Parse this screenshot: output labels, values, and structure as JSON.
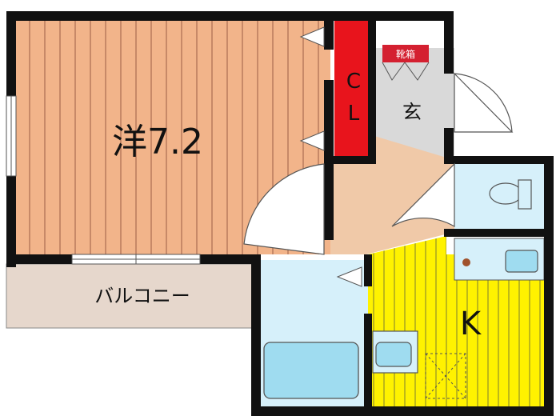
{
  "rooms": {
    "western_room": {
      "label": "洋7.2"
    },
    "closet": {
      "label_c": "C",
      "label_l": "L"
    },
    "shoe_cabinet": {
      "label": "靴箱"
    },
    "entrance": {
      "label": "玄"
    },
    "balcony": {
      "label": "バルコニー"
    },
    "kitchen": {
      "label": "K"
    }
  },
  "colors": {
    "wall": "#111111",
    "western_floor": "#f2b48a",
    "western_stripe": "#b5775a",
    "closet": "#e8141c",
    "entrance_floor": "#d9d9d9",
    "hall_floor": "#f0c9a8",
    "balcony": "#e6d7cc",
    "wet_area": "#d6f0fa",
    "fixture": "#9fdcf0",
    "kitchen_floor": "#fff200",
    "kitchen_stripe": "#8a8a2a",
    "shoe_box": "#d42030"
  }
}
